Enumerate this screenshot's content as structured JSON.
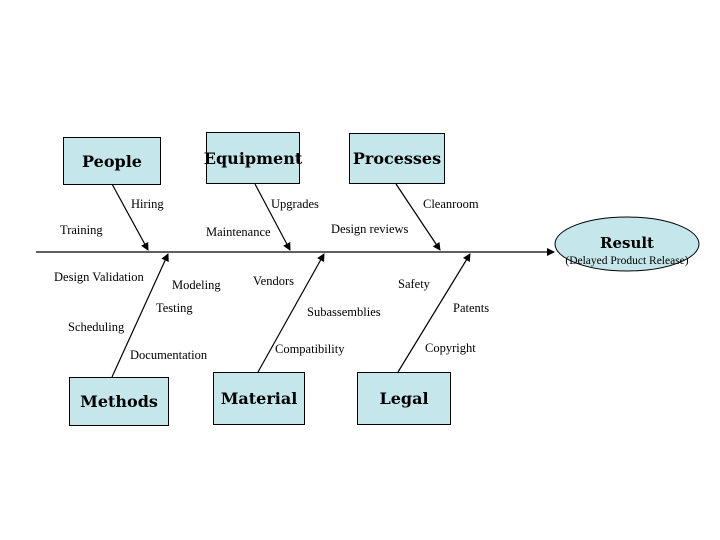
{
  "categories": {
    "people": "People",
    "equipment": "Equipment",
    "processes": "Processes",
    "methods": "Methods",
    "material": "Material",
    "legal": "Legal"
  },
  "result": {
    "title": "Result",
    "subtitle": "(Delayed Product Release)"
  },
  "causes": {
    "people": [
      "Hiring",
      "Training"
    ],
    "equipment": [
      "Upgrades",
      "Maintenance"
    ],
    "processes": [
      "Cleanroom",
      "Design reviews"
    ],
    "methods": [
      "Design Validation",
      "Modeling",
      "Testing",
      "Scheduling",
      "Documentation"
    ],
    "material": [
      "Vendors",
      "Subassemblies",
      "Compatibility"
    ],
    "legal": [
      "Safety",
      "Patents",
      "Copyright"
    ]
  },
  "colors": {
    "box_fill": "#c5e6ea",
    "line": "#000000"
  }
}
